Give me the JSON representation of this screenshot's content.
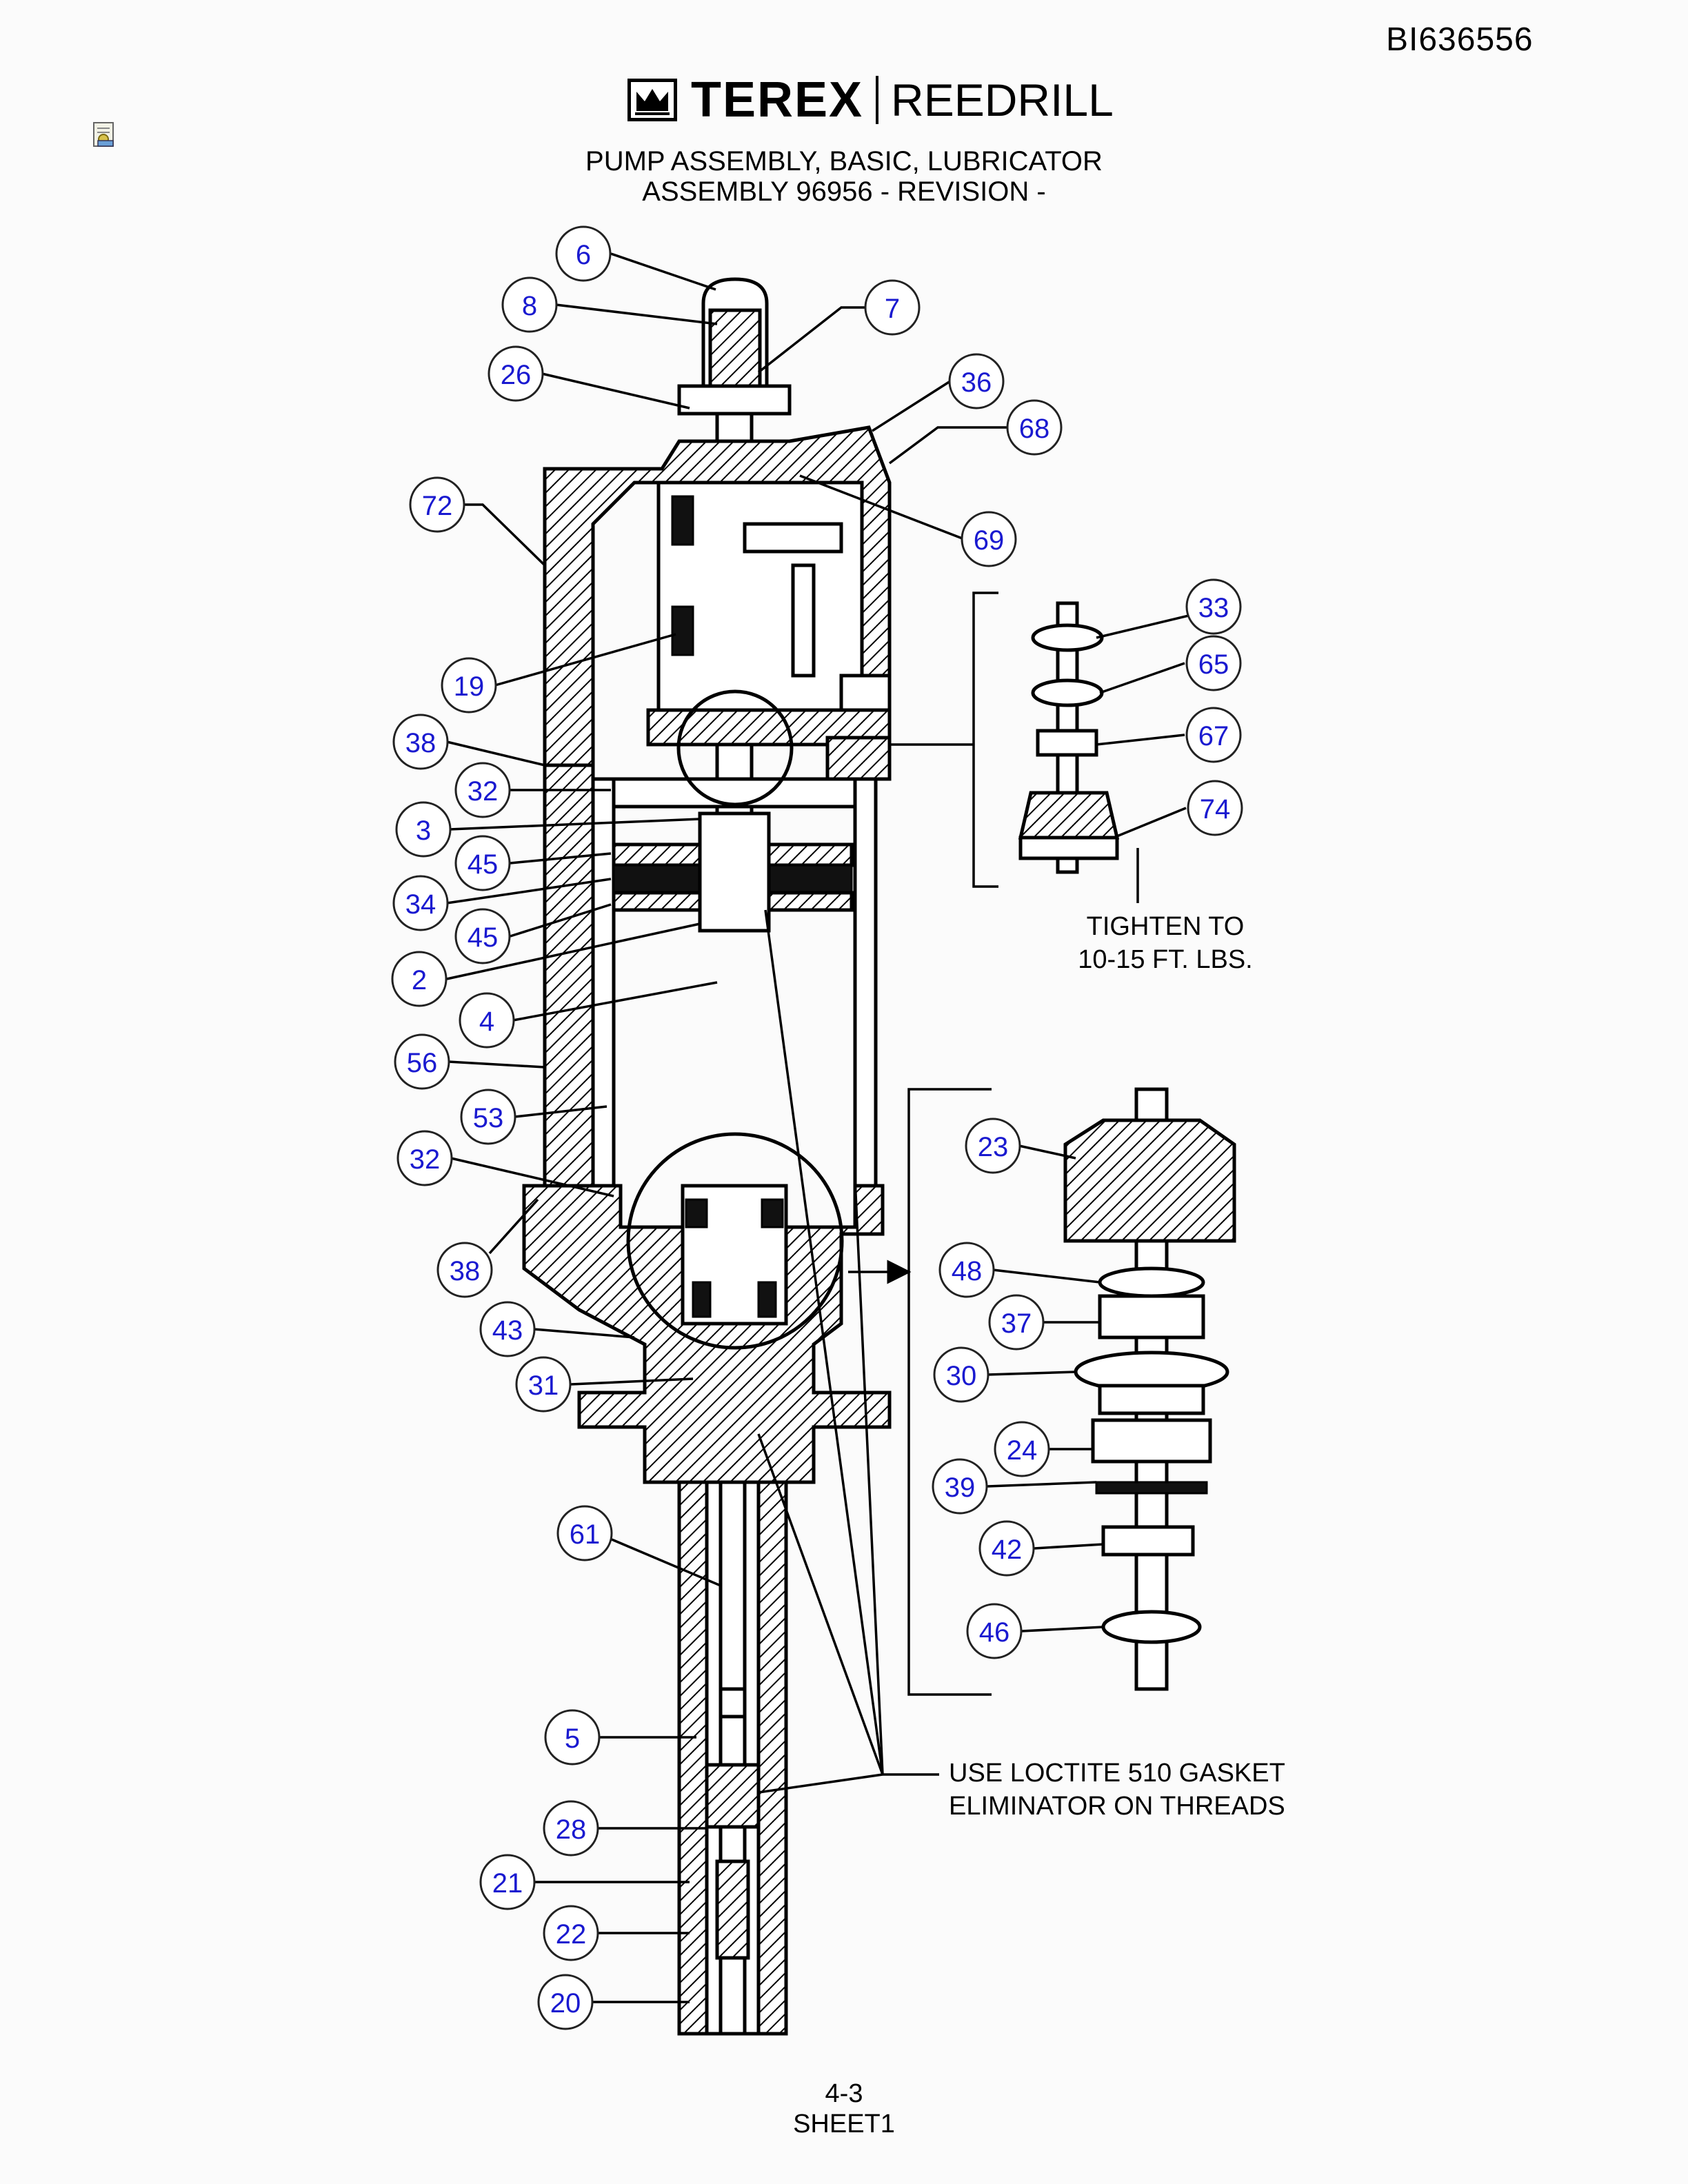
{
  "header": {
    "doc_id": "BI636556",
    "brand": "TEREX",
    "product": "REEDRILL",
    "title_line1": "PUMP ASSEMBLY, BASIC, LUBRICATOR",
    "title_line2": "ASSEMBLY 96956 - REVISION -"
  },
  "notes": {
    "torque_line1": "TIGHTEN TO",
    "torque_line2": "10-15 FT. LBS.",
    "loctite_line1": "USE LOCTITE 510 GASKET",
    "loctite_line2": "ELIMINATOR ON THREADS"
  },
  "footer": {
    "page": "4-3",
    "sheet": "SHEET1"
  },
  "callouts": {
    "c6": "6",
    "c8": "8",
    "c7": "7",
    "c26": "26",
    "c36": "36",
    "c68": "68",
    "c72": "72",
    "c69": "69",
    "c33": "33",
    "c65": "65",
    "c19": "19",
    "c67": "67",
    "c38a": "38",
    "c32a": "32",
    "c74": "74",
    "c3": "3",
    "c45a": "45",
    "c34": "34",
    "c45b": "45",
    "c2": "2",
    "c4": "4",
    "c56": "56",
    "c53": "53",
    "c23": "23",
    "c32b": "32",
    "c38b": "38",
    "c48": "48",
    "c43": "43",
    "c37": "37",
    "c31": "31",
    "c30": "30",
    "c24": "24",
    "c39": "39",
    "c61": "61",
    "c42": "42",
    "c46": "46",
    "c5": "5",
    "c28": "28",
    "c21": "21",
    "c22": "22",
    "c20": "20"
  }
}
